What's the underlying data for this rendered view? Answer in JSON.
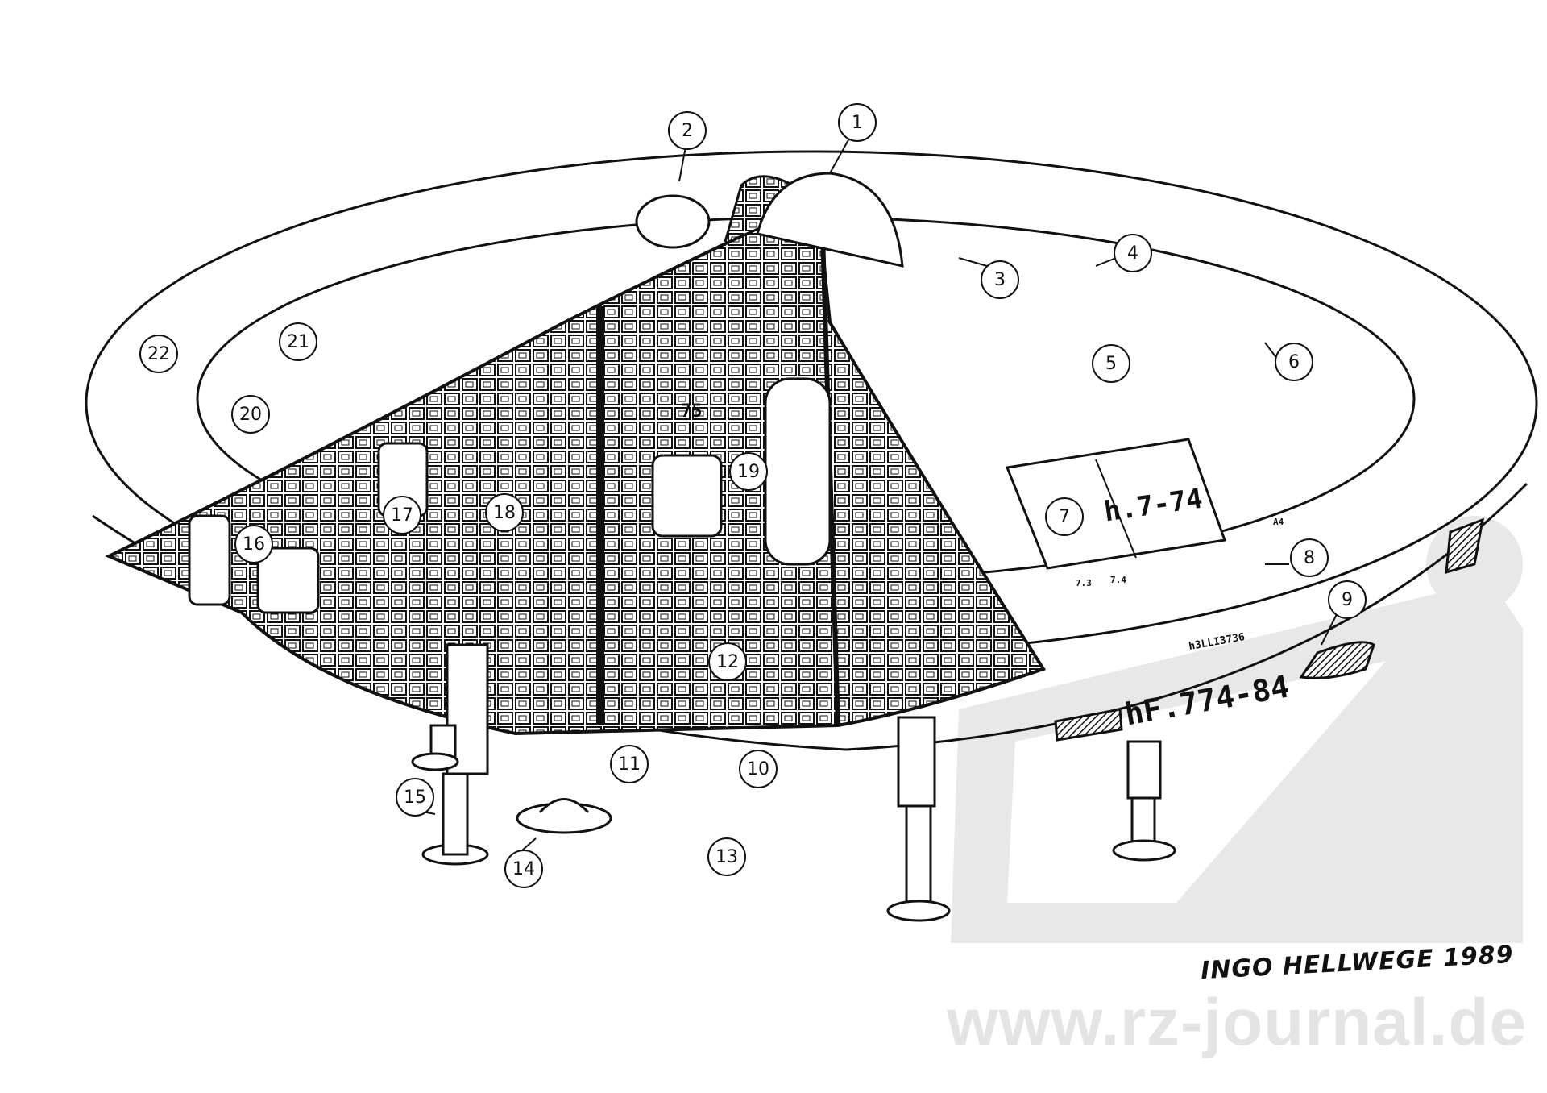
{
  "title": "Cutaway of saucer spacecraft",
  "watermark": {
    "url": "www.rz-journal.de",
    "logo": "rz"
  },
  "signature": "INGO HELLWEGE 1989",
  "hull_markings": {
    "registration": "hF.774-84",
    "sub_registration": "h3LLI3736",
    "hatch": "h.7-74",
    "panel_a": "7.3",
    "panel_b": "7.4",
    "panel_c": "A4",
    "bay": "75"
  },
  "callouts": [
    "1",
    "2",
    "3",
    "4",
    "5",
    "6",
    "7",
    "8",
    "9",
    "10",
    "11",
    "12",
    "13",
    "14",
    "15",
    "16",
    "17",
    "18",
    "19",
    "20",
    "21",
    "22"
  ],
  "colors": {
    "ink": "#111111",
    "watermark": "#e4e4e4"
  }
}
